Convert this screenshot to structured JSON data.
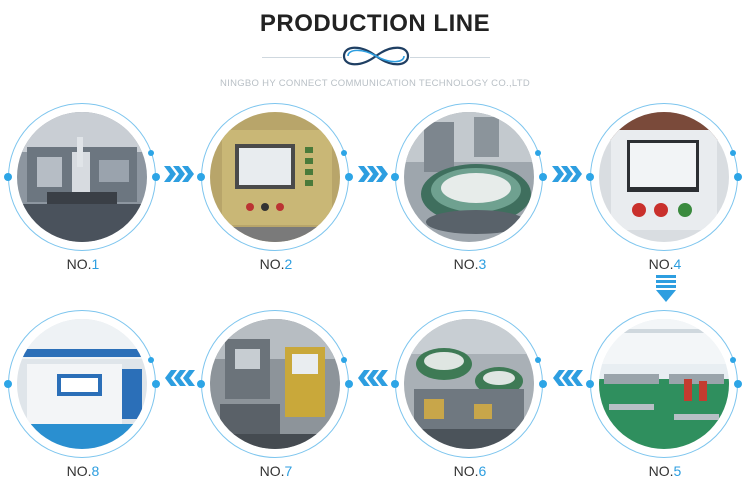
{
  "header": {
    "title": "PRODUCTION LINE",
    "subtitle": "NINGBO HY CONNECT COMMUNICATION TECHNOLOGY CO.,LTD"
  },
  "colors": {
    "accent": "#2d9ee0",
    "ring": "#7dc5ee",
    "dot": "#2da5e6"
  },
  "steps": [
    {
      "prefix": "NO.",
      "num": "1",
      "icon": "assembly-machine-photo"
    },
    {
      "prefix": "NO.",
      "num": "2",
      "icon": "test-panel-photo"
    },
    {
      "prefix": "NO.",
      "num": "3",
      "icon": "vibratory-feeder-photo"
    },
    {
      "prefix": "NO.",
      "num": "4",
      "icon": "control-panel-photo"
    },
    {
      "prefix": "NO.",
      "num": "5",
      "icon": "workshop-photo"
    },
    {
      "prefix": "NO.",
      "num": "6",
      "icon": "feeder-line-photo"
    },
    {
      "prefix": "NO.",
      "num": "7",
      "icon": "automation-cell-photo"
    },
    {
      "prefix": "NO.",
      "num": "8",
      "icon": "injection-machine-photo"
    }
  ]
}
